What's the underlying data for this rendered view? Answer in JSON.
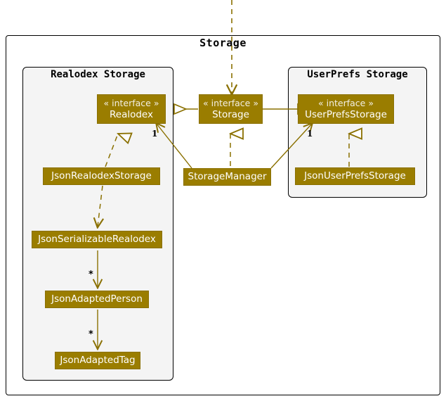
{
  "diagram": {
    "title": "Storage",
    "line_color": "#8A7000",
    "class_fill": "#9A7D00",
    "class_text": "#FFFFFF",
    "package_fill": "#F4F4F4",
    "border_color": "#000000"
  },
  "packages": [
    {
      "id": "realodex",
      "title": "Realodex Storage"
    },
    {
      "id": "userprefs",
      "title": "UserPrefs Storage"
    }
  ],
  "classes": {
    "realodex_iface": {
      "stereotype": "« interface »",
      "name": "Realodex"
    },
    "storage_iface": {
      "stereotype": "« interface »",
      "name": "Storage"
    },
    "userprefs_iface": {
      "stereotype": "« interface »",
      "name": "UserPrefsStorage"
    },
    "json_realodex": {
      "name": "JsonRealodexStorage"
    },
    "storage_manager": {
      "name": "StorageManager"
    },
    "json_userprefs": {
      "name": "JsonUserPrefsStorage"
    },
    "json_serializable": {
      "name": "JsonSerializableRealodex"
    },
    "json_person": {
      "name": "JsonAdaptedPerson"
    },
    "json_tag": {
      "name": "JsonAdaptedTag"
    }
  },
  "multiplicities": {
    "realodex_one": "1",
    "userprefs_one": "1",
    "person_many": "*",
    "tag_many": "*"
  }
}
